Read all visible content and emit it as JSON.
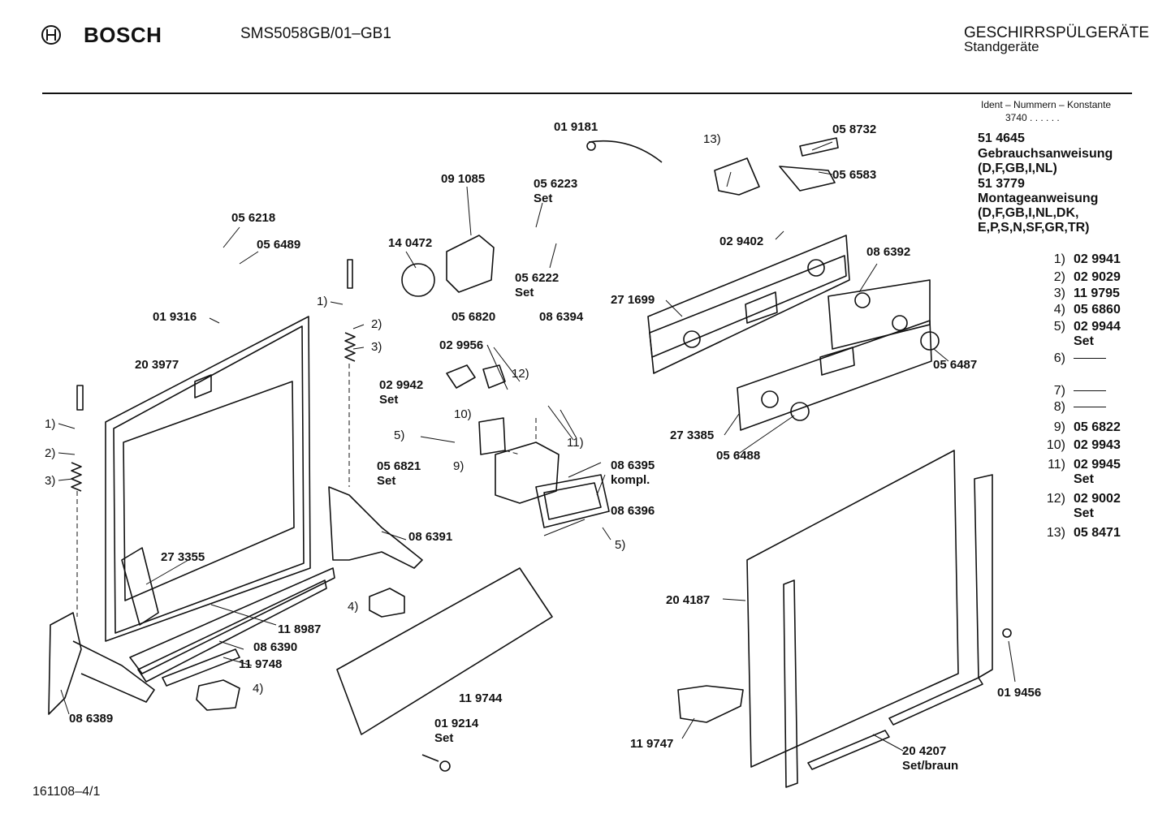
{
  "header": {
    "brand": "BOSCH",
    "model": "SMS5058GB/01–GB1",
    "category": "GESCHIRRSPÜLGERÄTE",
    "subcategory": "Standgeräte"
  },
  "sidebar": {
    "ident_title": "Ident – Nummern – Konstante",
    "ident_value": "3740 . . . . . .",
    "docs": [
      "51 4645",
      "Gebrauchsanweisung",
      "(D,F,GB,I,NL)",
      "51 3779",
      "Montageanweisung",
      "(D,F,GB,I,NL,DK,",
      "E,P,S,N,SF,GR,TR)"
    ]
  },
  "legend": [
    {
      "key": "1)",
      "value": "02 9941"
    },
    {
      "key": "2)",
      "value": "02 9029"
    },
    {
      "key": "3)",
      "value": "11 9795"
    },
    {
      "key": "4)",
      "value": "05 6860"
    },
    {
      "key": "5)",
      "value": "02 9944",
      "extra": "Set"
    },
    {
      "key": "6)",
      "value": ""
    },
    {
      "key": "7)",
      "value": ""
    },
    {
      "key": "8)",
      "value": ""
    },
    {
      "key": "9)",
      "value": "05 6822"
    },
    {
      "key": "10)",
      "value": "02 9943"
    },
    {
      "key": "11)",
      "value": "02 9945",
      "extra": "Set"
    },
    {
      "key": "12)",
      "value": "02 9002",
      "extra": "Set"
    },
    {
      "key": "13)",
      "value": "05 8471"
    }
  ],
  "labels": {
    "p019181": "01 9181",
    "p091085": "09 1085",
    "p056223": "05 6223",
    "set1": "Set",
    "p140472": "14 0472",
    "p056222": "05 6222",
    "set2": "Set",
    "p056218": "05 6218",
    "p056489": "05 6489",
    "p019316": "01 9316",
    "p203977": "20 3977",
    "k1a": "1)",
    "k2a": "2)",
    "k3a": "3)",
    "k1b": "1)",
    "k2b": "2)",
    "k3b": "3)",
    "p056820": "05 6820",
    "p086394": "08 6394",
    "p029956": "02 9956",
    "p029942": "02 9942",
    "set3": "Set",
    "k12": "12)",
    "k10": "10)",
    "k5a": "5)",
    "k9": "9)",
    "k11": "11)",
    "p056821": "05 6821",
    "set4": "Set",
    "p086395": "08 6395",
    "kompl": "kompl.",
    "p086396": "08 6396",
    "k5b": "5)",
    "p086391": "08 6391",
    "p273355": "27 3355",
    "k4a": "4)",
    "p118987": "11 8987",
    "p086390": "08 6390",
    "p119748": "11 9748",
    "k4b": "4)",
    "p086389": "08 6389",
    "p119744": "11 9744",
    "p019214": "01 9214",
    "set5": "Set",
    "k13": "13)",
    "p058732": "05 8732",
    "p056583": "05 6583",
    "p029402": "02 9402",
    "p086392": "08 6392",
    "p271699": "27 1699",
    "p056487": "05 6487",
    "p273385": "27 3385",
    "p056488": "05 6488",
    "p204187": "20 4187",
    "p119747": "11 9747",
    "p204207": "20 4207",
    "setbraun": "Set/braun",
    "p019456": "01 9456"
  },
  "footer": {
    "code": "161108–4/1"
  }
}
